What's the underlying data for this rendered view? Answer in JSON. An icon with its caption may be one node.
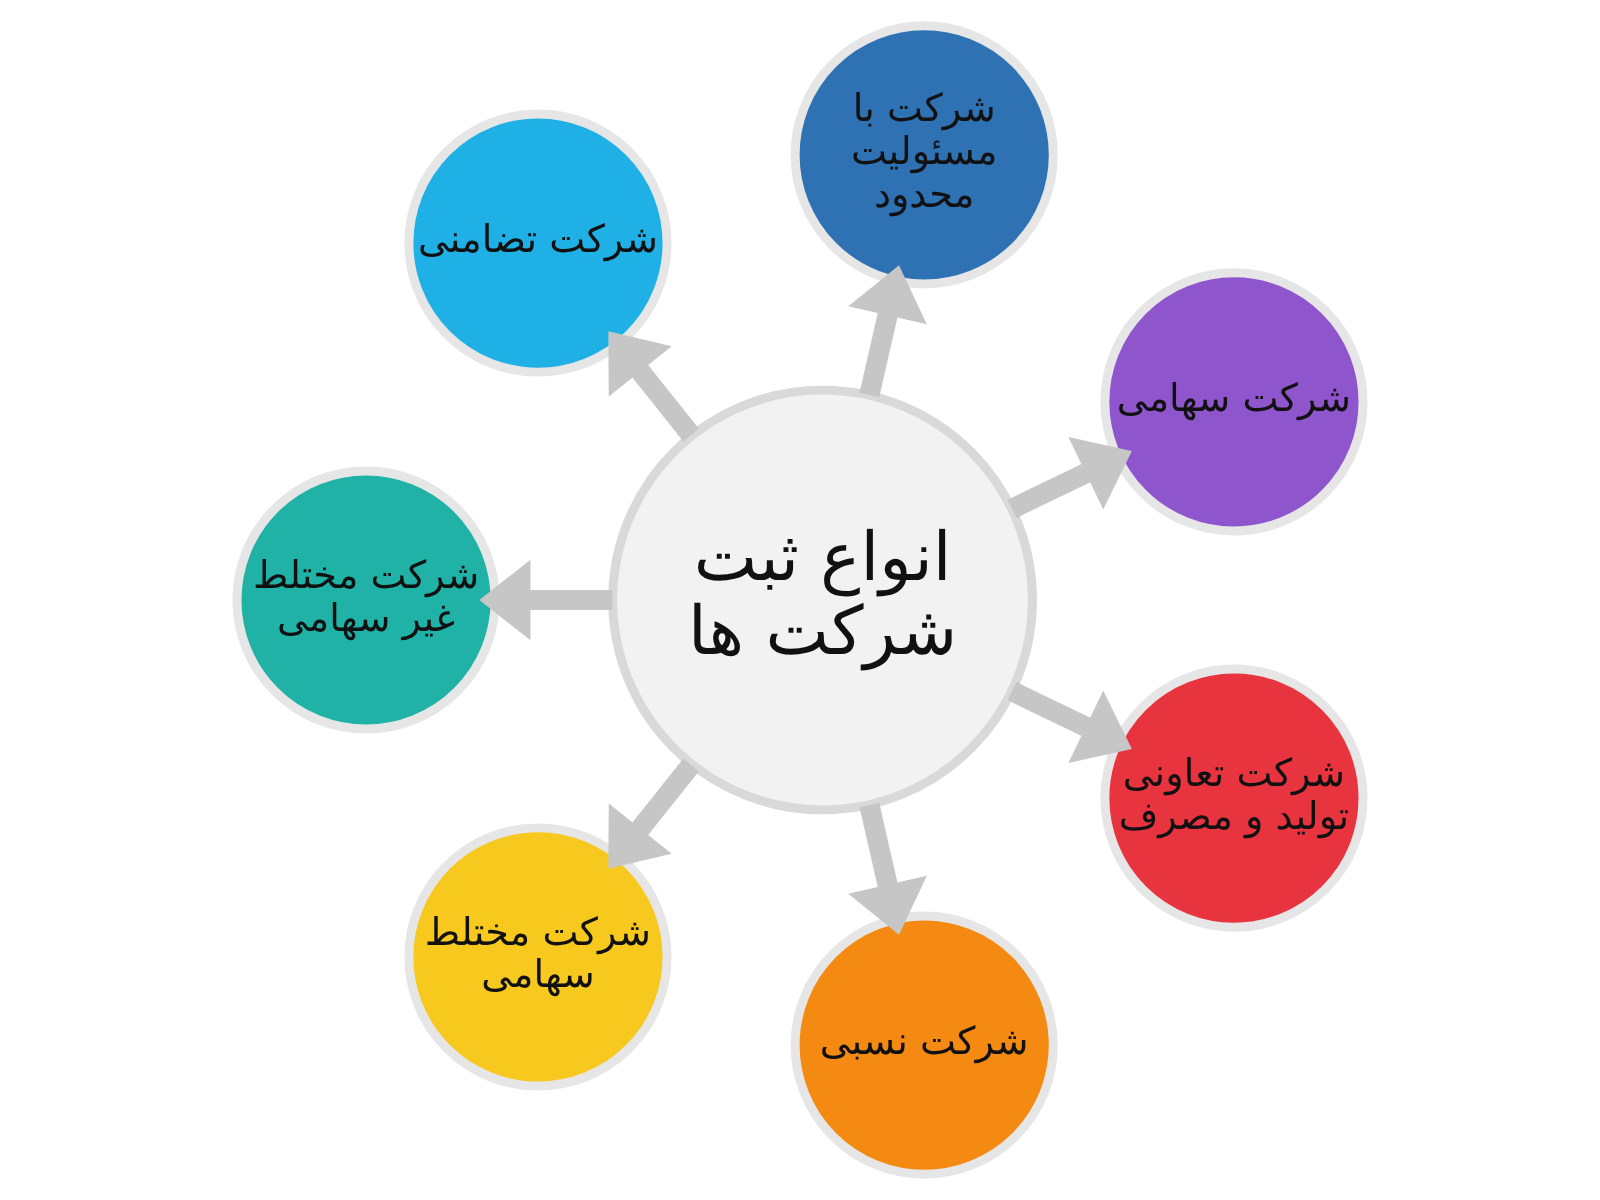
{
  "diagram": {
    "nodes": [
      {
        "text": [
          "انواع ثبت شرکت ها"
        ]
      },
      {
        "text": [
          "شرکت سهامی"
        ]
      },
      {
        "text": [
          "شرکت با مسئولیت محدود"
        ]
      },
      {
        "text": [
          "شرکت تضامنی"
        ]
      },
      {
        "text": [
          "شرکت مختلط غیر سهامی"
        ]
      },
      {
        "text": [
          "شرکت مختلط سهامی"
        ]
      },
      {
        "text": [
          "شرکت نسبی"
        ]
      },
      {
        "text": [
          "شرکت تعاونی تولید و مصرف"
        ]
      }
    ],
    "edges": [
      {
        "from": 0,
        "to": 1,
        "arrow": "to"
      },
      {
        "from": 0,
        "to": 2,
        "arrow": "to"
      },
      {
        "from": 0,
        "to": 3,
        "arrow": "to"
      },
      {
        "from": 0,
        "to": 4,
        "arrow": "to"
      },
      {
        "from": 0,
        "to": 5,
        "arrow": "to"
      },
      {
        "from": 0,
        "to": 6,
        "arrow": "to"
      },
      {
        "from": 0,
        "to": 7,
        "arrow": "to"
      }
    ]
  }
}
